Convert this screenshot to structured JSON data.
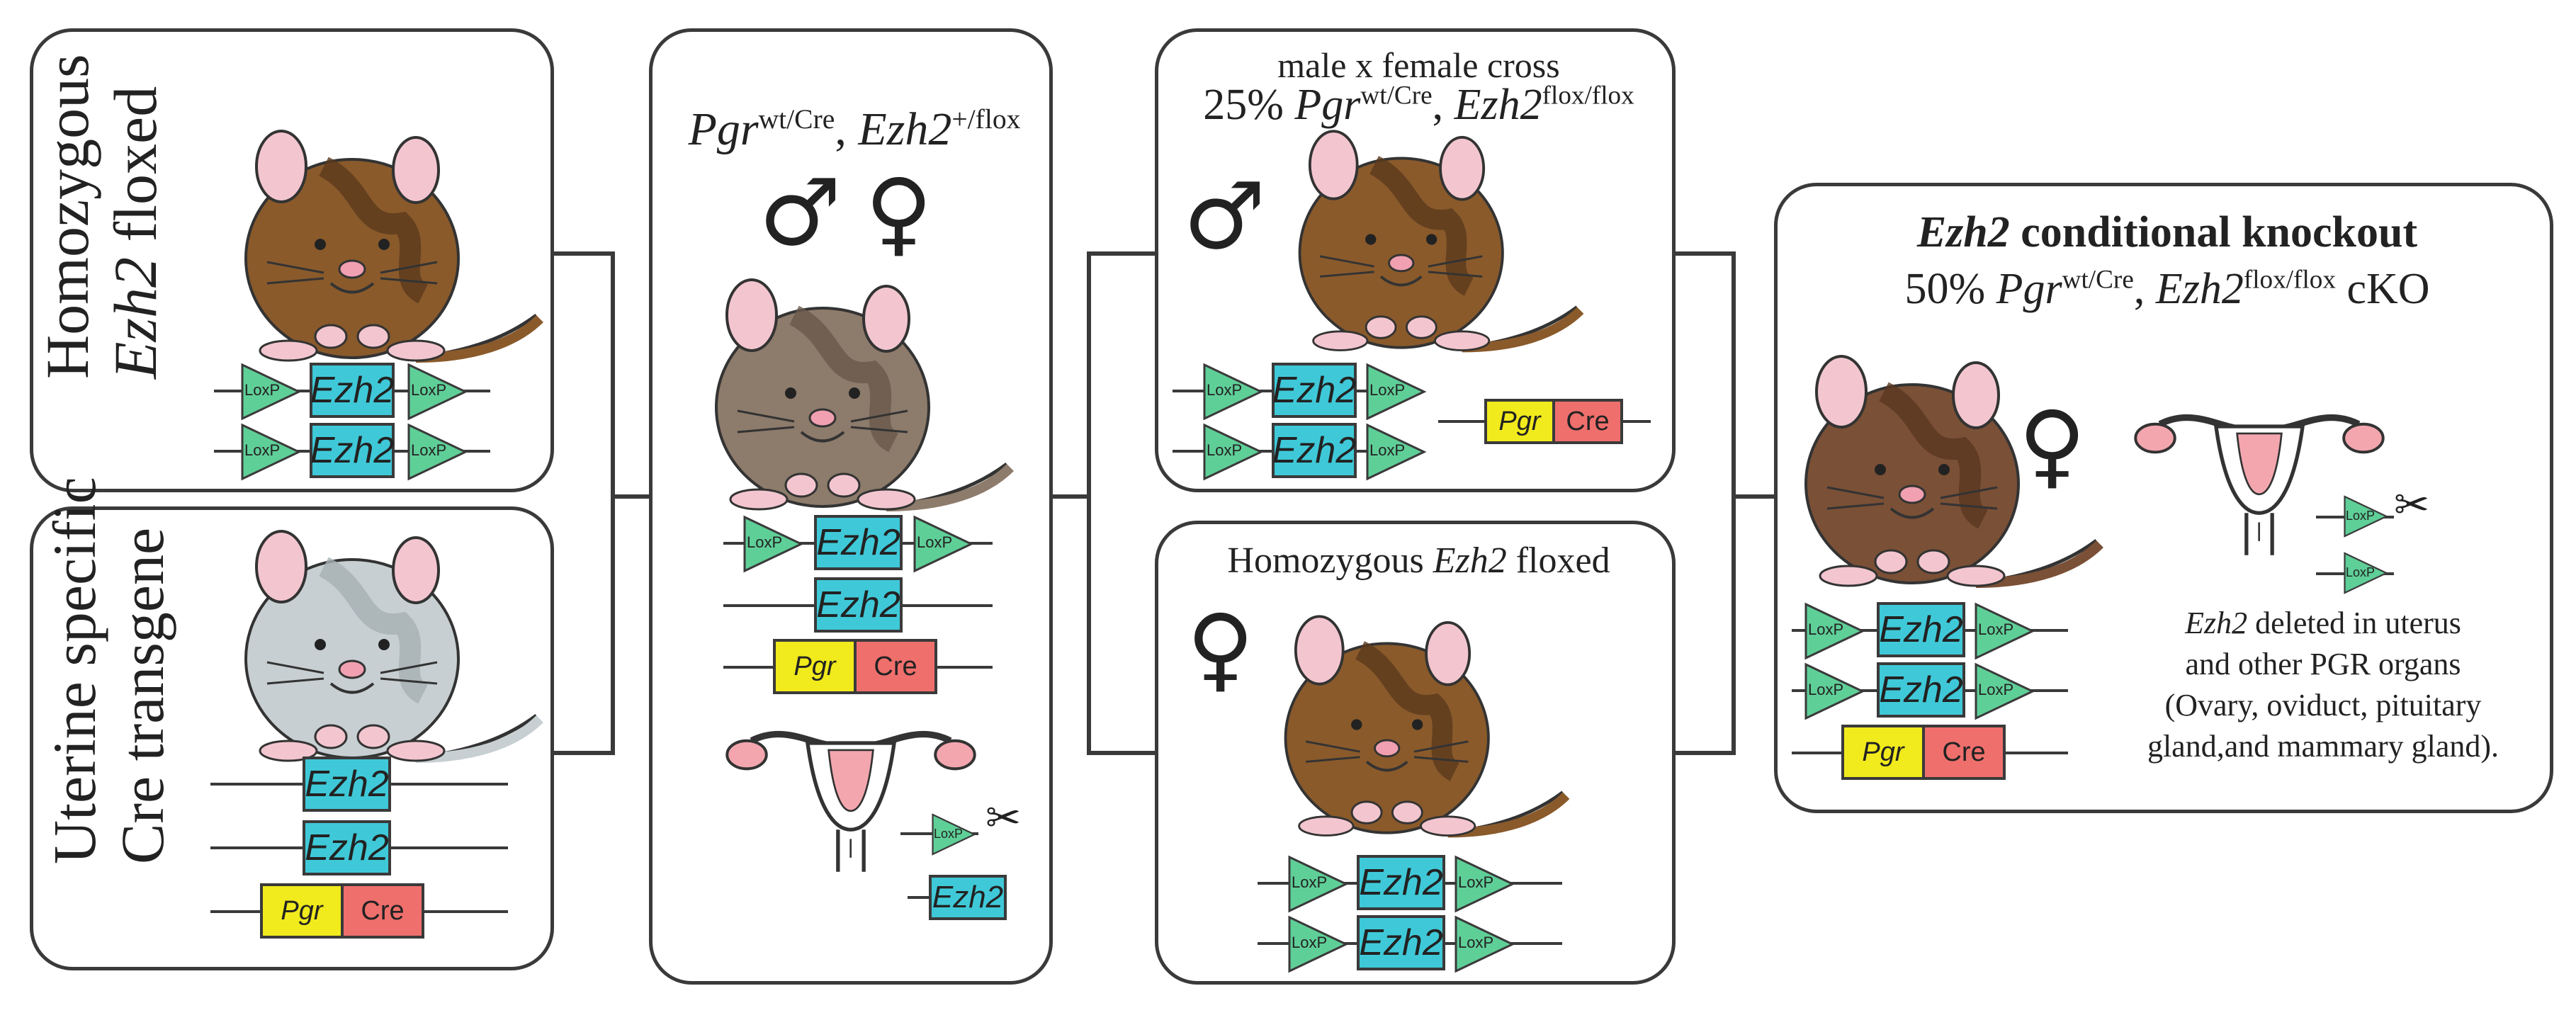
{
  "colors": {
    "ezh2_box": "#3fc9d8",
    "pgr_box": "#f1ea1c",
    "cre_box": "#ef6f6c",
    "loxp": "#5fcf98",
    "outline": "#3a3a3a"
  },
  "panel1": {
    "title_line1": "Homozygous",
    "title_italic": "Ezh2",
    "title_rest": " floxed"
  },
  "panel2": {
    "title_line1": "Uterine specific",
    "title_line2": "Cre transgene"
  },
  "panel3": {
    "genotype": {
      "gene1": "Pgr",
      "sup1": "wt/Cre",
      "sep": ", ",
      "gene2": "Ezh2",
      "sup2": "+/flox"
    },
    "male_symbol": "♂",
    "female_symbol": "♀"
  },
  "panel4": {
    "heading": "male x female cross",
    "genotype": {
      "pct": "25% ",
      "gene1": "Pgr",
      "sup1": "wt/Cre",
      "sep": ", ",
      "gene2": "Ezh2",
      "sup2": "flox/flox"
    },
    "male_symbol": "♂"
  },
  "panel5": {
    "heading_pre": "Homozygous ",
    "heading_italic": "Ezh2",
    "heading_post": " floxed",
    "female_symbol": "♀"
  },
  "panel6": {
    "title_italic": "Ezh2",
    "title_rest": " conditional knockout",
    "genotype": {
      "pct": "50%  ",
      "gene1": "Pgr",
      "sup1": "wt/Cre",
      "sep": ", ",
      "gene2": "Ezh2",
      "sup2": "flox/flox",
      "suffix": " cKO"
    },
    "female_symbol": "♀",
    "desc_line1_italic": "Ezh2",
    "desc_line1_rest": " deleted in uterus",
    "desc_line2": "and other PGR  organs",
    "desc_line3": "(Ovary, oviduct, pituitary",
    "desc_line4": "gland,and mammary gland)."
  },
  "labels": {
    "ezh2": "Ezh2",
    "loxp": "LoxP",
    "pgr": "Pgr",
    "cre": "Cre"
  },
  "icons": {
    "mouse": "mouse-icon",
    "uterus": "uterus-icon",
    "scissors": "scissors-icon"
  }
}
